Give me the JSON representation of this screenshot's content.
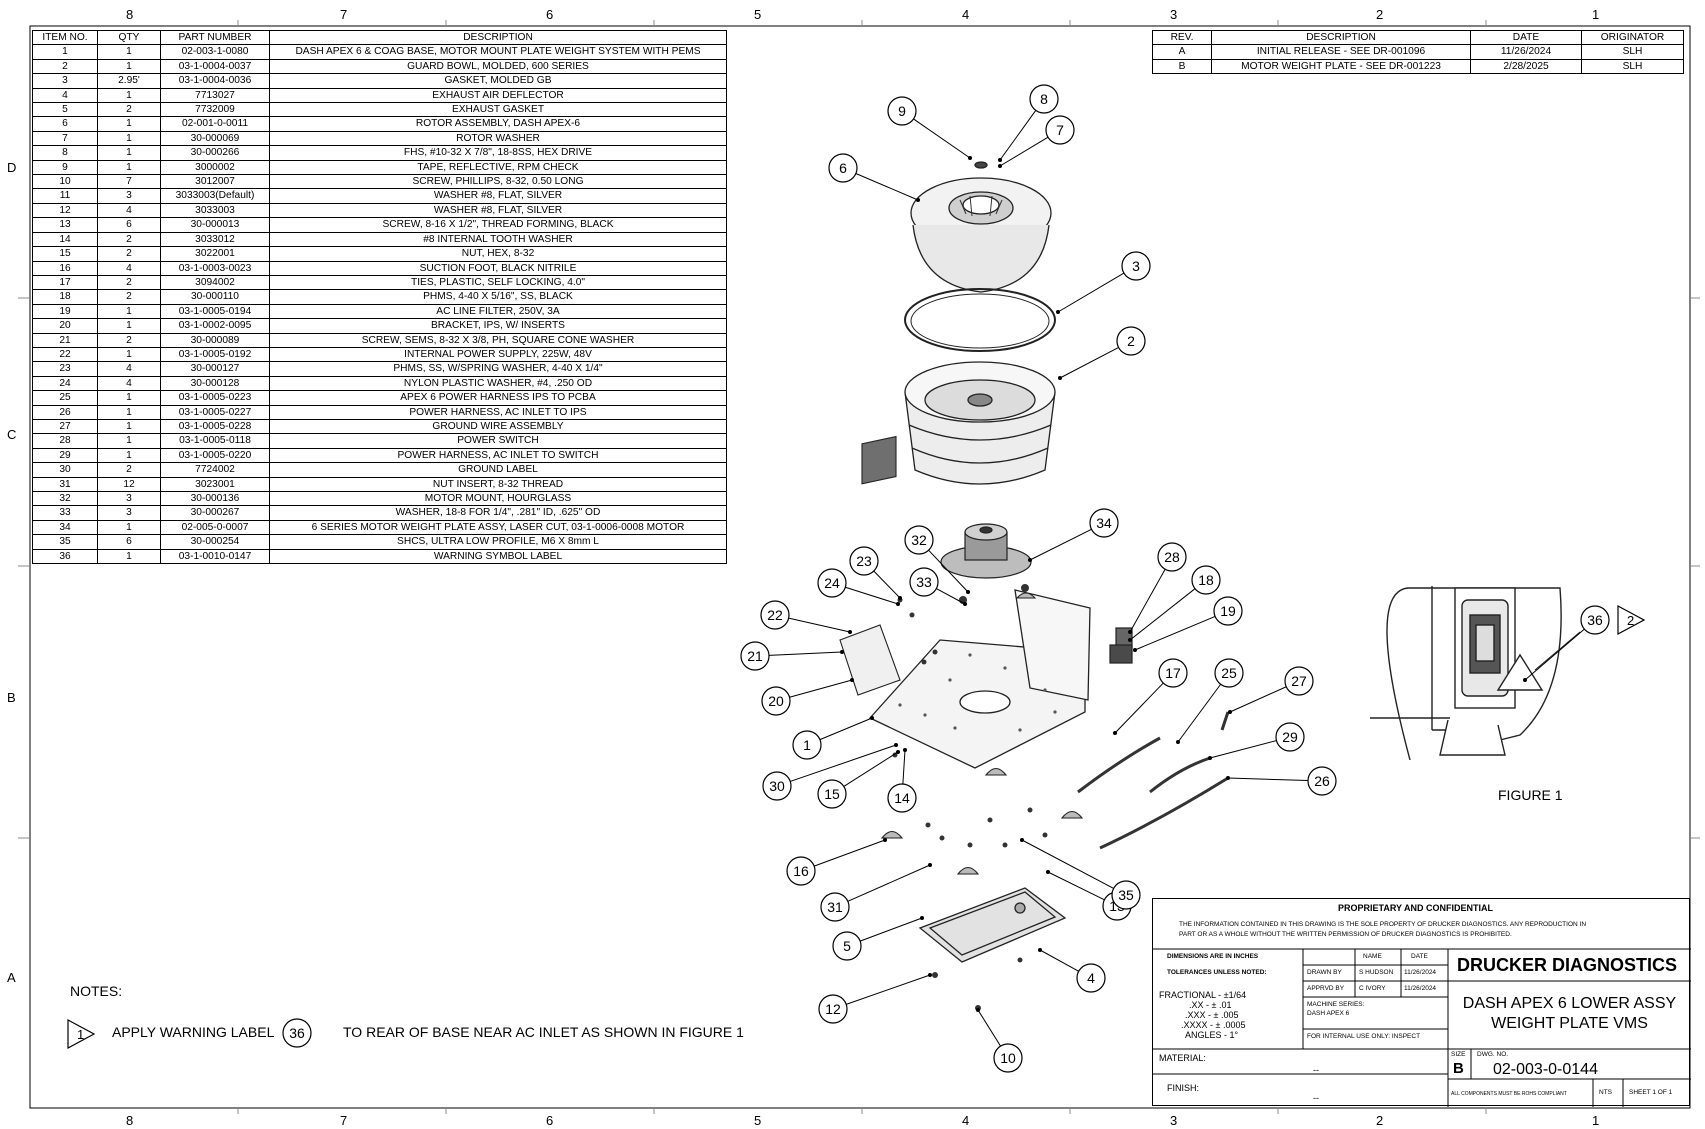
{
  "zones": {
    "top": [
      "8",
      "7",
      "6",
      "5",
      "4",
      "3",
      "2",
      "1"
    ],
    "bottom": [
      "8",
      "7",
      "6",
      "5",
      "4",
      "3",
      "2",
      "1"
    ],
    "left": [
      "D",
      "C",
      "B",
      "A"
    ]
  },
  "bom": {
    "headers": [
      "ITEM NO.",
      "QTY",
      "PART NUMBER",
      "DESCRIPTION"
    ],
    "rows": [
      [
        "1",
        "1",
        "02-003-1-0080",
        "DASH APEX 6 & COAG BASE, MOTOR MOUNT PLATE WEIGHT SYSTEM WITH PEMS"
      ],
      [
        "2",
        "1",
        "03-1-0004-0037",
        "GUARD BOWL, MOLDED, 600 SERIES"
      ],
      [
        "3",
        "2.95'",
        "03-1-0004-0036",
        "GASKET, MOLDED GB"
      ],
      [
        "4",
        "1",
        "7713027",
        "EXHAUST AIR DEFLECTOR"
      ],
      [
        "5",
        "2",
        "7732009",
        "EXHAUST GASKET"
      ],
      [
        "6",
        "1",
        "02-001-0-0011",
        "ROTOR ASSEMBLY, DASH APEX-6"
      ],
      [
        "7",
        "1",
        "30-000069",
        "ROTOR WASHER"
      ],
      [
        "8",
        "1",
        "30-000266",
        "FHS, #10-32 X 7/8\", 18-8SS, HEX DRIVE"
      ],
      [
        "9",
        "1",
        "3000002",
        "TAPE, REFLECTIVE, RPM CHECK"
      ],
      [
        "10",
        "7",
        "3012007",
        "SCREW, PHILLIPS, 8-32, 0.50 LONG"
      ],
      [
        "11",
        "3",
        "3033003(Default)",
        "WASHER #8, FLAT, SILVER"
      ],
      [
        "12",
        "4",
        "3033003",
        "WASHER #8, FLAT, SILVER"
      ],
      [
        "13",
        "6",
        "30-000013",
        "SCREW, 8-16 X 1/2\", THREAD FORMING, BLACK"
      ],
      [
        "14",
        "2",
        "3033012",
        "#8 INTERNAL TOOTH WASHER"
      ],
      [
        "15",
        "2",
        "3022001",
        "NUT, HEX, 8-32"
      ],
      [
        "16",
        "4",
        "03-1-0003-0023",
        "SUCTION FOOT, BLACK NITRILE"
      ],
      [
        "17",
        "2",
        "3094002",
        "TIES, PLASTIC, SELF LOCKING, 4.0\""
      ],
      [
        "18",
        "2",
        "30-000110",
        "PHMS, 4-40 X 5/16\", SS, BLACK"
      ],
      [
        "19",
        "1",
        "03-1-0005-0194",
        "AC LINE FILTER, 250V, 3A"
      ],
      [
        "20",
        "1",
        "03-1-0002-0095",
        "BRACKET, IPS, W/ INSERTS"
      ],
      [
        "21",
        "2",
        "30-000089",
        "SCREW, SEMS, 8-32 X 3/8, PH, SQUARE CONE WASHER"
      ],
      [
        "22",
        "1",
        "03-1-0005-0192",
        "INTERNAL POWER SUPPLY, 225W, 48V"
      ],
      [
        "23",
        "4",
        "30-000127",
        "PHMS, SS, W/SPRING WASHER, 4-40 X 1/4\""
      ],
      [
        "24",
        "4",
        "30-000128",
        "NYLON PLASTIC WASHER, #4, .250 OD"
      ],
      [
        "25",
        "1",
        "03-1-0005-0223",
        "APEX 6 POWER HARNESS IPS TO PCBA"
      ],
      [
        "26",
        "1",
        "03-1-0005-0227",
        "POWER HARNESS, AC INLET TO IPS"
      ],
      [
        "27",
        "1",
        "03-1-0005-0228",
        "GROUND WIRE ASSEMBLY"
      ],
      [
        "28",
        "1",
        "03-1-0005-0118",
        "POWER SWITCH"
      ],
      [
        "29",
        "1",
        "03-1-0005-0220",
        "POWER HARNESS, AC INLET TO SWITCH"
      ],
      [
        "30",
        "2",
        "7724002",
        "GROUND LABEL"
      ],
      [
        "31",
        "12",
        "3023001",
        "NUT INSERT, 8-32 THREAD"
      ],
      [
        "32",
        "3",
        "30-000136",
        "MOTOR MOUNT, HOURGLASS"
      ],
      [
        "33",
        "3",
        "30-000267",
        "WASHER, 18-8 FOR 1/4\", .281\" ID, .625\" OD"
      ],
      [
        "34",
        "1",
        "02-005-0-0007",
        "6 SERIES MOTOR WEIGHT PLATE ASSY, LASER CUT, 03-1-0006-0008 MOTOR"
      ],
      [
        "35",
        "6",
        "30-000254",
        "SHCS, ULTRA LOW PROFILE, M6 X 8mm L"
      ],
      [
        "36",
        "1",
        "03-1-0010-0147",
        "WARNING SYMBOL LABEL"
      ]
    ]
  },
  "revisions": {
    "headers": [
      "REV.",
      "DESCRIPTION",
      "DATE",
      "ORIGINATOR"
    ],
    "rows": [
      [
        "A",
        "INITIAL RELEASE - SEE DR-001096",
        "11/26/2024",
        "SLH"
      ],
      [
        "B",
        "MOTOR WEIGHT PLATE - SEE DR-001223",
        "2/28/2025",
        "SLH"
      ]
    ]
  },
  "balloons": [
    "1",
    "2",
    "3",
    "4",
    "5",
    "6",
    "7",
    "8",
    "9",
    "10",
    "12",
    "13",
    "14",
    "15",
    "16",
    "17",
    "18",
    "19",
    "20",
    "21",
    "22",
    "23",
    "24",
    "25",
    "26",
    "27",
    "28",
    "29",
    "30",
    "31",
    "32",
    "33",
    "34",
    "35",
    "36"
  ],
  "figure": {
    "label": "FIGURE 1",
    "flag": "2",
    "balloon": "36"
  },
  "notes": {
    "title": "NOTES:",
    "flag": "1",
    "line_before": "APPLY WARNING LABEL",
    "balloon": "36",
    "line_after": "TO REAR OF BASE NEAR AC INLET AS SHOWN IN FIGURE 1"
  },
  "title_block": {
    "proprietary": "PROPRIETARY AND CONFIDENTIAL",
    "disclaimer_1": "THE INFORMATION CONTAINED IN THIS DRAWING IS THE SOLE PROPERTY OF DRUCKER DIAGNOSTICS.  ANY REPRODUCTION IN",
    "disclaimer_2": "PART OR AS A WHOLE WITHOUT THE WRITTEN PERMISSION OF DRUCKER DIAGNOSTICS IS PROHIBITED.",
    "dims": "DIMENSIONS ARE IN INCHES",
    "tol": "TOLERANCES UNLESS NOTED:",
    "fractional": "FRACTIONAL  -  ±1/64",
    "xx": ".XX  -  ± .01",
    "xxx": ".XXX  -  ± .005",
    "xxxx": ".XXXX  -  ± .0005",
    "angles": "ANGLES  -  1°",
    "name_hdr": "NAME",
    "date_hdr": "DATE",
    "drawn_by": "DRAWN BY",
    "drawn_name": "S HUDSON",
    "drawn_date": "11/26/2024",
    "apprvd_by": "APPRVD BY",
    "apprvd_name": "C IVORY",
    "apprvd_date": "11/26/2024",
    "machine_series": "MACHINE SERIES:",
    "machine_value": "DASH APEX 6",
    "internal_use": "FOR INTERNAL USE ONLY:  INSPECT",
    "company": "DRUCKER DIAGNOSTICS",
    "title_1": "DASH APEX 6 LOWER ASSY",
    "title_2": "WEIGHT PLATE VMS",
    "material_lbl": "MATERIAL:",
    "material_val": "--",
    "finish_lbl": "FINISH:",
    "finish_val": "--",
    "size_lbl": "SIZE",
    "size_val": "B",
    "dwg_lbl": "DWG. NO.",
    "dwg_no": "02-003-0-0144",
    "rohs": "ALL COMPONENTS MUST BE ROHS COMPLIANT",
    "scale": "NTS",
    "sheet": "SHEET 1 OF 1"
  }
}
